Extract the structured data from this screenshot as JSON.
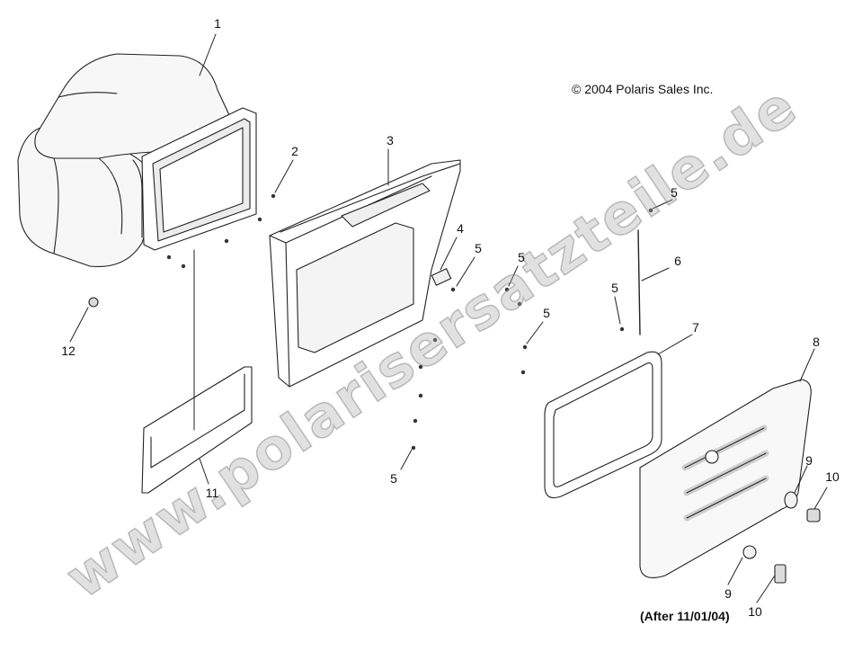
{
  "copyright": "© 2004 Polaris Sales Inc.",
  "note": "(After 11/01/04)",
  "watermark": "www.polarisersatzteile.de",
  "callouts": {
    "c1": "1",
    "c2": "2",
    "c3": "3",
    "c4": "4",
    "c5a": "5",
    "c5b": "5",
    "c5c": "5",
    "c5d": "5",
    "c5e": "5",
    "c5f": "5",
    "c6": "6",
    "c7": "7",
    "c8": "8",
    "c9a": "9",
    "c9b": "9",
    "c10a": "10",
    "c10b": "10",
    "c11": "11",
    "c12": "12"
  }
}
